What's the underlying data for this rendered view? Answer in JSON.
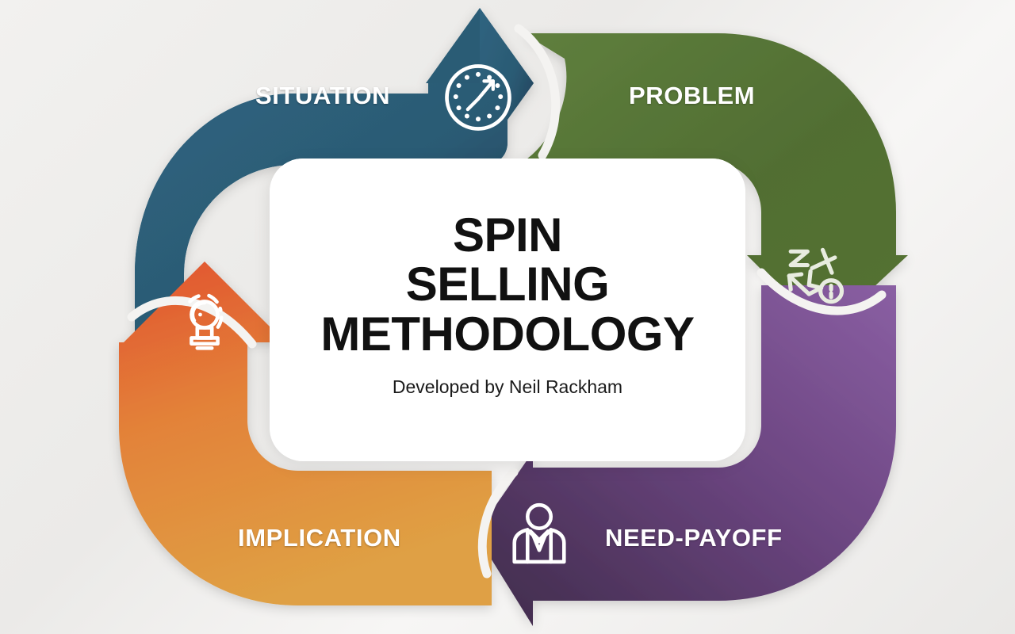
{
  "diagram": {
    "title_lines": [
      "SPIN",
      "SELLING",
      "METHODOLOGY"
    ],
    "title_full": "SPIN SELLING METHODOLOGY",
    "subtitle": "Developed by Neil Rackham",
    "background_color": "#f1f0ee",
    "center_card_color": "#ffffff"
  },
  "stages": [
    {
      "key": "situation",
      "label": "SITUATION",
      "position": "top-left",
      "icon": "clock-icon",
      "color_start": "#2f6480",
      "color_end": "#1e3a52",
      "accent": "#2b5a73"
    },
    {
      "key": "problem",
      "label": "PROBLEM",
      "position": "top-right",
      "icon": "puzzle-icon",
      "color_start": "#5b7a3a",
      "color_end": "#4c6830",
      "accent": "#4e6b32"
    },
    {
      "key": "need-payoff",
      "label": "NEED-PAYOFF",
      "position": "bottom-right",
      "icon": "person-icon",
      "color_start": "#8a5fa3",
      "color_end": "#4b3356",
      "accent": "#6b4580"
    },
    {
      "key": "implication",
      "label": "IMPLICATION",
      "position": "bottom-left",
      "icon": "lightbulb-icon",
      "color_start": "#e2522f",
      "color_end": "#e5a33f",
      "accent": "#e19a3e"
    }
  ]
}
